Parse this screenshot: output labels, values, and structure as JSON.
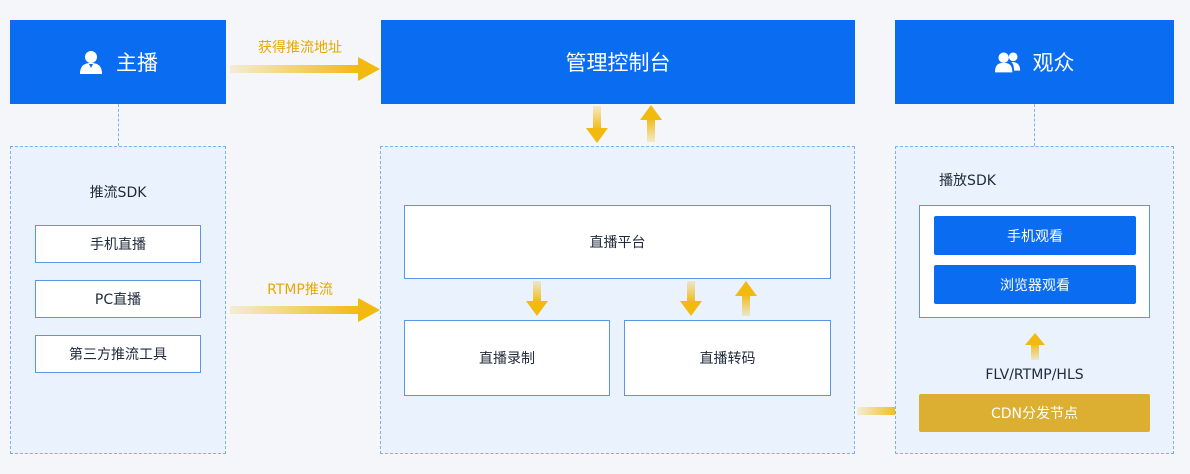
{
  "colors": {
    "primary": "#0a6cf0",
    "panel_bg": "#eaf3fd",
    "panel_border": "#7fb0ef",
    "arrow": "#f2b90f",
    "gold": "#dcaf33",
    "label_accent": "#e7a900"
  },
  "headers": {
    "anchor": {
      "label": "主播",
      "icon": "user-icon"
    },
    "console": {
      "label": "管理控制台"
    },
    "audience": {
      "label": "观众",
      "icon": "users-icon"
    }
  },
  "arrows": {
    "get_push_url": "获得推流地址",
    "rtmp_push": "RTMP推流"
  },
  "left_panel": {
    "title": "推流SDK",
    "items": [
      "手机直播",
      "PC直播",
      "第三方推流工具"
    ]
  },
  "center_panel": {
    "platform": "直播平台",
    "record": "直播录制",
    "transcode": "直播转码"
  },
  "right_panel": {
    "title": "播放SDK",
    "buttons": [
      "手机观看",
      "浏览器观看"
    ],
    "protocols": "FLV/RTMP/HLS",
    "cdn": "CDN分发节点"
  }
}
